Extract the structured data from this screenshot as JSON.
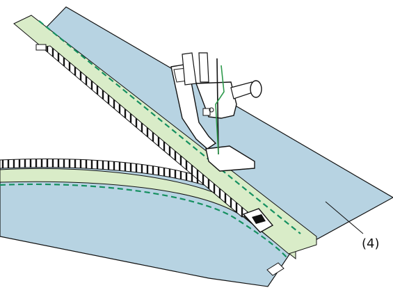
{
  "callout": {
    "label": "(4)"
  },
  "colors": {
    "fabric": "#b7d3e2",
    "zipper_tape": "#d9ecc8",
    "stitch_line": "#159060",
    "outline": "#111111",
    "thread": "#2e9a4c",
    "presser_foot": "#ffffff"
  },
  "parts": [
    "fabric-upper",
    "fabric-lower",
    "zipper-tape",
    "zipper-teeth",
    "zipper-slider",
    "stitching-line",
    "presser-foot",
    "needle",
    "thread"
  ]
}
